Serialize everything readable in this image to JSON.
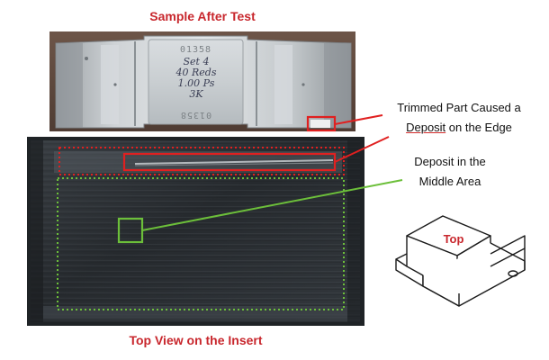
{
  "captions": {
    "sample_after_test": "Sample After Test",
    "top_view_insert": "Top View on the Insert",
    "iso_view_label": "Top"
  },
  "callouts": {
    "trimmed_part": {
      "line1": "Trimmed Part Caused a",
      "line2_underlined": "Deposit",
      "line2_rest": " on the Edge"
    },
    "deposit_middle": {
      "line1": "Deposit in the",
      "line2": "Middle Area"
    }
  },
  "sample_markings": {
    "top_code": "01358",
    "handwriting": [
      "Set 4",
      "40 Reds",
      "1.00 Ps",
      "3K"
    ],
    "bottom_code": "01358"
  },
  "colors": {
    "caption_red": "#c8272d",
    "highlight_red": "#e02020",
    "highlight_green": "#6cbf3a",
    "sample_metal": "#b9bec2",
    "insert_dark": "#2b3035"
  }
}
